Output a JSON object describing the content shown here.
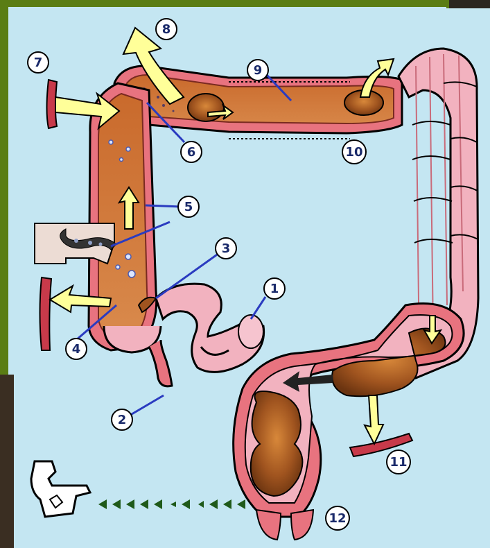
{
  "labels": [
    {
      "id": "1",
      "text": "1"
    },
    {
      "id": "2",
      "text": "2"
    },
    {
      "id": "3",
      "text": "3"
    },
    {
      "id": "4",
      "text": "4"
    },
    {
      "id": "5",
      "text": "5"
    },
    {
      "id": "6",
      "text": "6"
    },
    {
      "id": "7",
      "text": "7"
    },
    {
      "id": "8",
      "text": "8"
    },
    {
      "id": "9",
      "text": "9"
    },
    {
      "id": "10",
      "text": "10"
    },
    {
      "id": "11",
      "text": "11"
    },
    {
      "id": "12",
      "text": "12"
    }
  ],
  "colors": {
    "frame": "#5a7d14",
    "background": "#c4e6f2",
    "colon_wall": "#e8737f",
    "colon_inner": "#f2b2bf",
    "contents": "#a0541f",
    "arrow": "#ffff99",
    "leader": "#2a3bc0"
  }
}
